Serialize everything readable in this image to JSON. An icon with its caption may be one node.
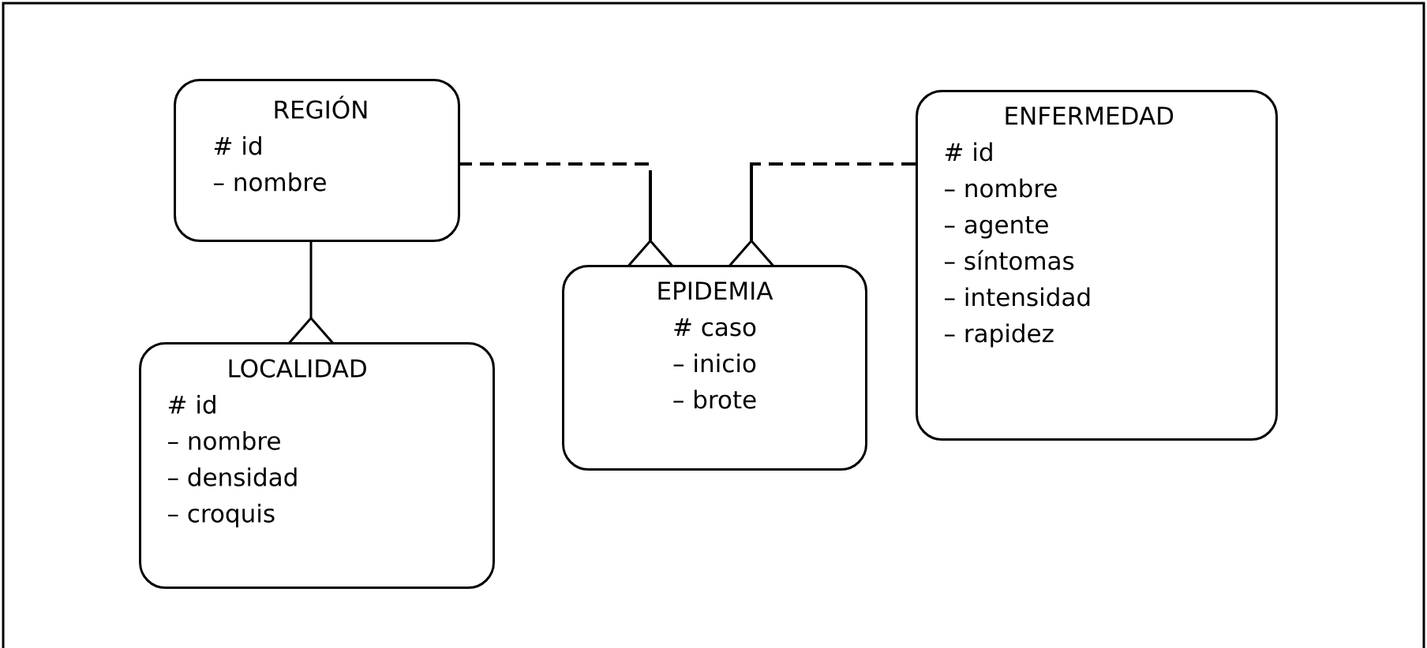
{
  "diagram": {
    "nodes": [
      {
        "text": [
          "REGIÓN",
          "# id",
          "– nombre"
        ]
      },
      {
        "text": [
          "LOCALIDAD",
          "# id",
          "– nombre",
          "– densidad",
          "– croquis"
        ]
      },
      {
        "text": [
          "EPIDEMIA",
          "# caso",
          "– inicio",
          "– brote"
        ]
      },
      {
        "text": [
          "ENFERMEDAD",
          "# id",
          "– nombre",
          "– agente",
          "– síntomas",
          "– intensidad",
          "– rapidez"
        ]
      }
    ],
    "edges": [
      {
        "from": 0,
        "to": 1,
        "arrow": "other"
      },
      {
        "from": 0,
        "to": 2,
        "arrow": "other",
        "style": "dashed"
      },
      {
        "from": 3,
        "to": 2,
        "arrow": "other",
        "style": "dashed"
      }
    ]
  }
}
